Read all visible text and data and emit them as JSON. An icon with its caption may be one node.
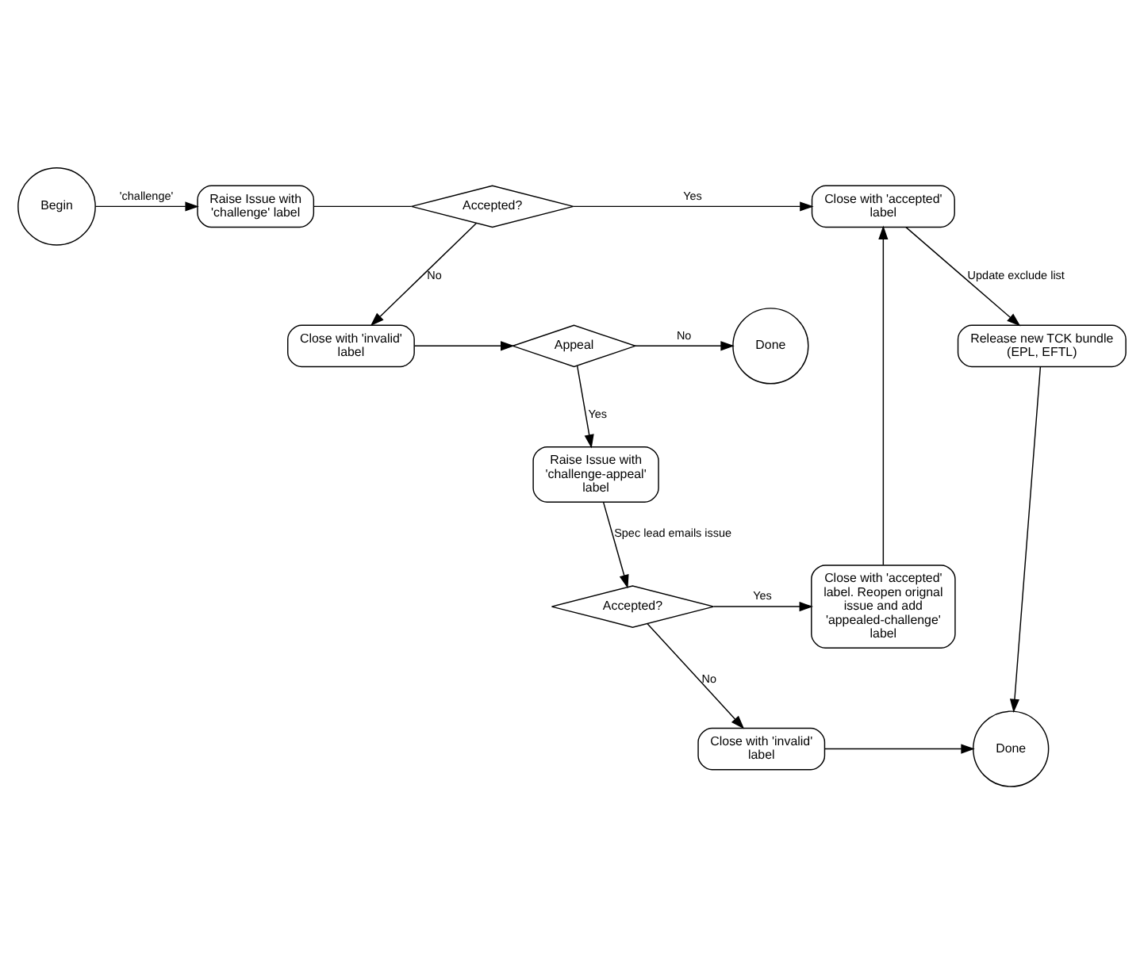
{
  "diagram": {
    "nodes": [
      {
        "text": [
          "Begin"
        ]
      },
      {
        "text": [
          "Raise Issue with 'challenge' label"
        ]
      },
      {
        "text": [
          "Accepted?"
        ]
      },
      {
        "text": [
          "Close with 'accepted' label"
        ]
      },
      {
        "text": [
          "Done"
        ]
      },
      {
        "text": [
          "Appeal"
        ]
      },
      {
        "text": [
          "Close with 'invalid' label"
        ]
      },
      {
        "text": [
          "Release new TCK bundle (EPL, EFTL)"
        ]
      },
      {
        "text": [
          "Raise Issue with 'challenge-appeal' label"
        ]
      },
      {
        "text": [
          "Accepted?"
        ]
      },
      {
        "text": [
          "Close with 'accepted' label. Reopen orignal issue and add 'appealed-challenge' label"
        ]
      },
      {
        "text": [
          "Close with 'invalid' label"
        ]
      },
      {
        "text": [
          "Done"
        ]
      }
    ],
    "edges": [
      {
        "from": 0,
        "to": 1,
        "arrow": "to",
        "label": "'challenge'"
      },
      {
        "from": 1,
        "to": 2,
        "arrow": "none"
      },
      {
        "from": 2,
        "to": 3,
        "arrow": "to",
        "label": "Yes"
      },
      {
        "from": 2,
        "to": 6,
        "arrow": "to",
        "label": "No"
      },
      {
        "from": 6,
        "to": 5,
        "arrow": "to"
      },
      {
        "from": 5,
        "to": 4,
        "arrow": "to",
        "label": "No"
      },
      {
        "from": 5,
        "to": 8,
        "arrow": "to",
        "label": "Yes"
      },
      {
        "from": 8,
        "to": 9,
        "arrow": "to",
        "label": "Spec lead emails issue"
      },
      {
        "from": 9,
        "to": 10,
        "arrow": "to",
        "label": "Yes"
      },
      {
        "from": 9,
        "to": 11,
        "arrow": "to",
        "label": "No"
      },
      {
        "from": 10,
        "to": 3,
        "arrow": "to"
      },
      {
        "from": 3,
        "to": 7,
        "arrow": "to",
        "label": "Update exclude list"
      },
      {
        "from": 7,
        "to": 12,
        "arrow": "to"
      },
      {
        "from": 11,
        "to": 12,
        "arrow": "to"
      }
    ]
  }
}
